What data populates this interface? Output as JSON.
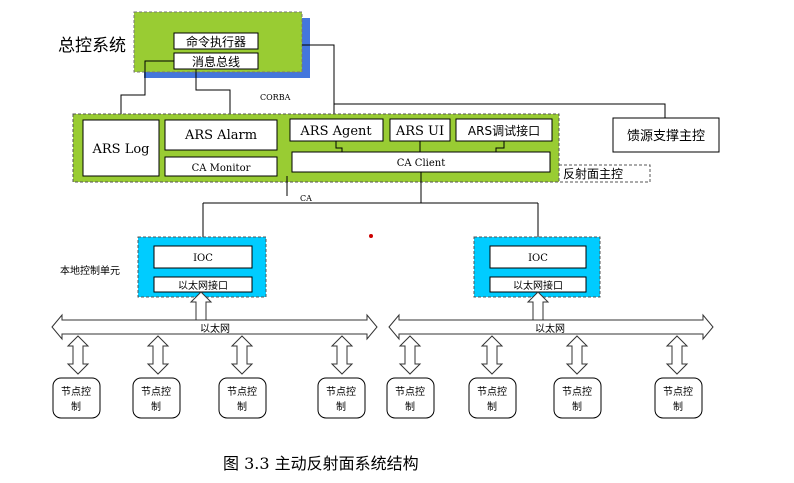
{
  "labels": {
    "top_system": "总控系统",
    "cmd_executor": "命令执行器",
    "msg_bus": "消息总线",
    "corba": "CORBA",
    "ars_log": "ARS Log",
    "ars_alarm": "ARS Alarm",
    "ars_agent": "ARS Agent",
    "ars_ui": "ARS UI",
    "ars_debug": "ARS调试接口",
    "ca_monitor": "CA Monitor",
    "ca_client": "CA Client",
    "feed_support": "馈源支撑主控",
    "reflector_master": "反射面主控",
    "ca": "CA",
    "local_control_unit": "本地控制单元",
    "ioc_left": "IOC",
    "ioc_right": "IOC",
    "eth_iface_left": "以太网接口",
    "eth_iface_right": "以太网接口",
    "ethernet_left": "以太网",
    "ethernet_right": "以太网",
    "node_line1": "节点控",
    "node_line2": "制",
    "caption": "图 3.3  主动反射面系统结构"
  },
  "colors": {
    "green": "#99cc33",
    "cyan": "#00ccff",
    "shadow_blue": "#4477dd",
    "box_fill": "#ffffff",
    "line": "#000000",
    "red_dot": "#cc0000"
  }
}
